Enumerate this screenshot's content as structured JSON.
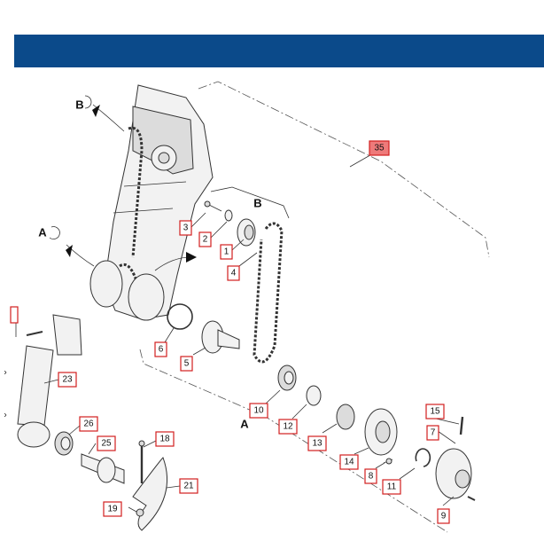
{
  "labels": {
    "l35": "35",
    "l3": "3",
    "l2": "2",
    "l1": "1",
    "l4": "4",
    "l6": "6",
    "l5": "5",
    "l10": "10",
    "l12": "12",
    "l13": "13",
    "l14": "14",
    "l8": "8",
    "l11": "11",
    "l15": "15",
    "l7": "7",
    "l9": "9",
    "l23": "23",
    "l26": "26",
    "l25": "25",
    "l18": "18",
    "l21": "21",
    "l19": "19"
  },
  "letters": {
    "b_top": "B",
    "a_left": "A",
    "b_group": "B",
    "a_group": "A"
  },
  "colors": {
    "header": "#0b4a8a",
    "label_border": "#d21f1f",
    "label_highlight": "#ee7a7a"
  }
}
